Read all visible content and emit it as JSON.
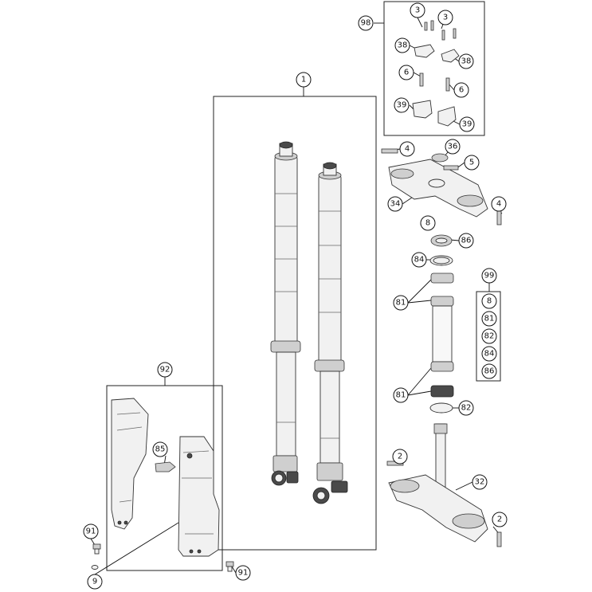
{
  "diagram": {
    "callouts": {
      "c1": "1",
      "c2a": "2",
      "c2b": "2",
      "c3a": "3",
      "c3b": "3",
      "c4a": "4",
      "c4b": "4",
      "c5": "5",
      "c6a": "6",
      "c6b": "6",
      "c8a": "8",
      "c9": "9",
      "c32": "32",
      "c34": "34",
      "c36": "36",
      "c38a": "38",
      "c38b": "38",
      "c39a": "39",
      "c39b": "39",
      "c81a": "81",
      "c81b": "81",
      "c82a": "82",
      "c84a": "84",
      "c85": "85",
      "c86a": "86",
      "c91a": "91",
      "c91b": "91",
      "c92": "92",
      "c98": "98",
      "c99": "99"
    },
    "kit_99_items": [
      "8",
      "81",
      "82",
      "84",
      "86"
    ],
    "colors": {
      "line": "#111111",
      "part_fill": "#f1f1f1",
      "part_dark": "#4a4a4a",
      "background": "#ffffff"
    }
  }
}
